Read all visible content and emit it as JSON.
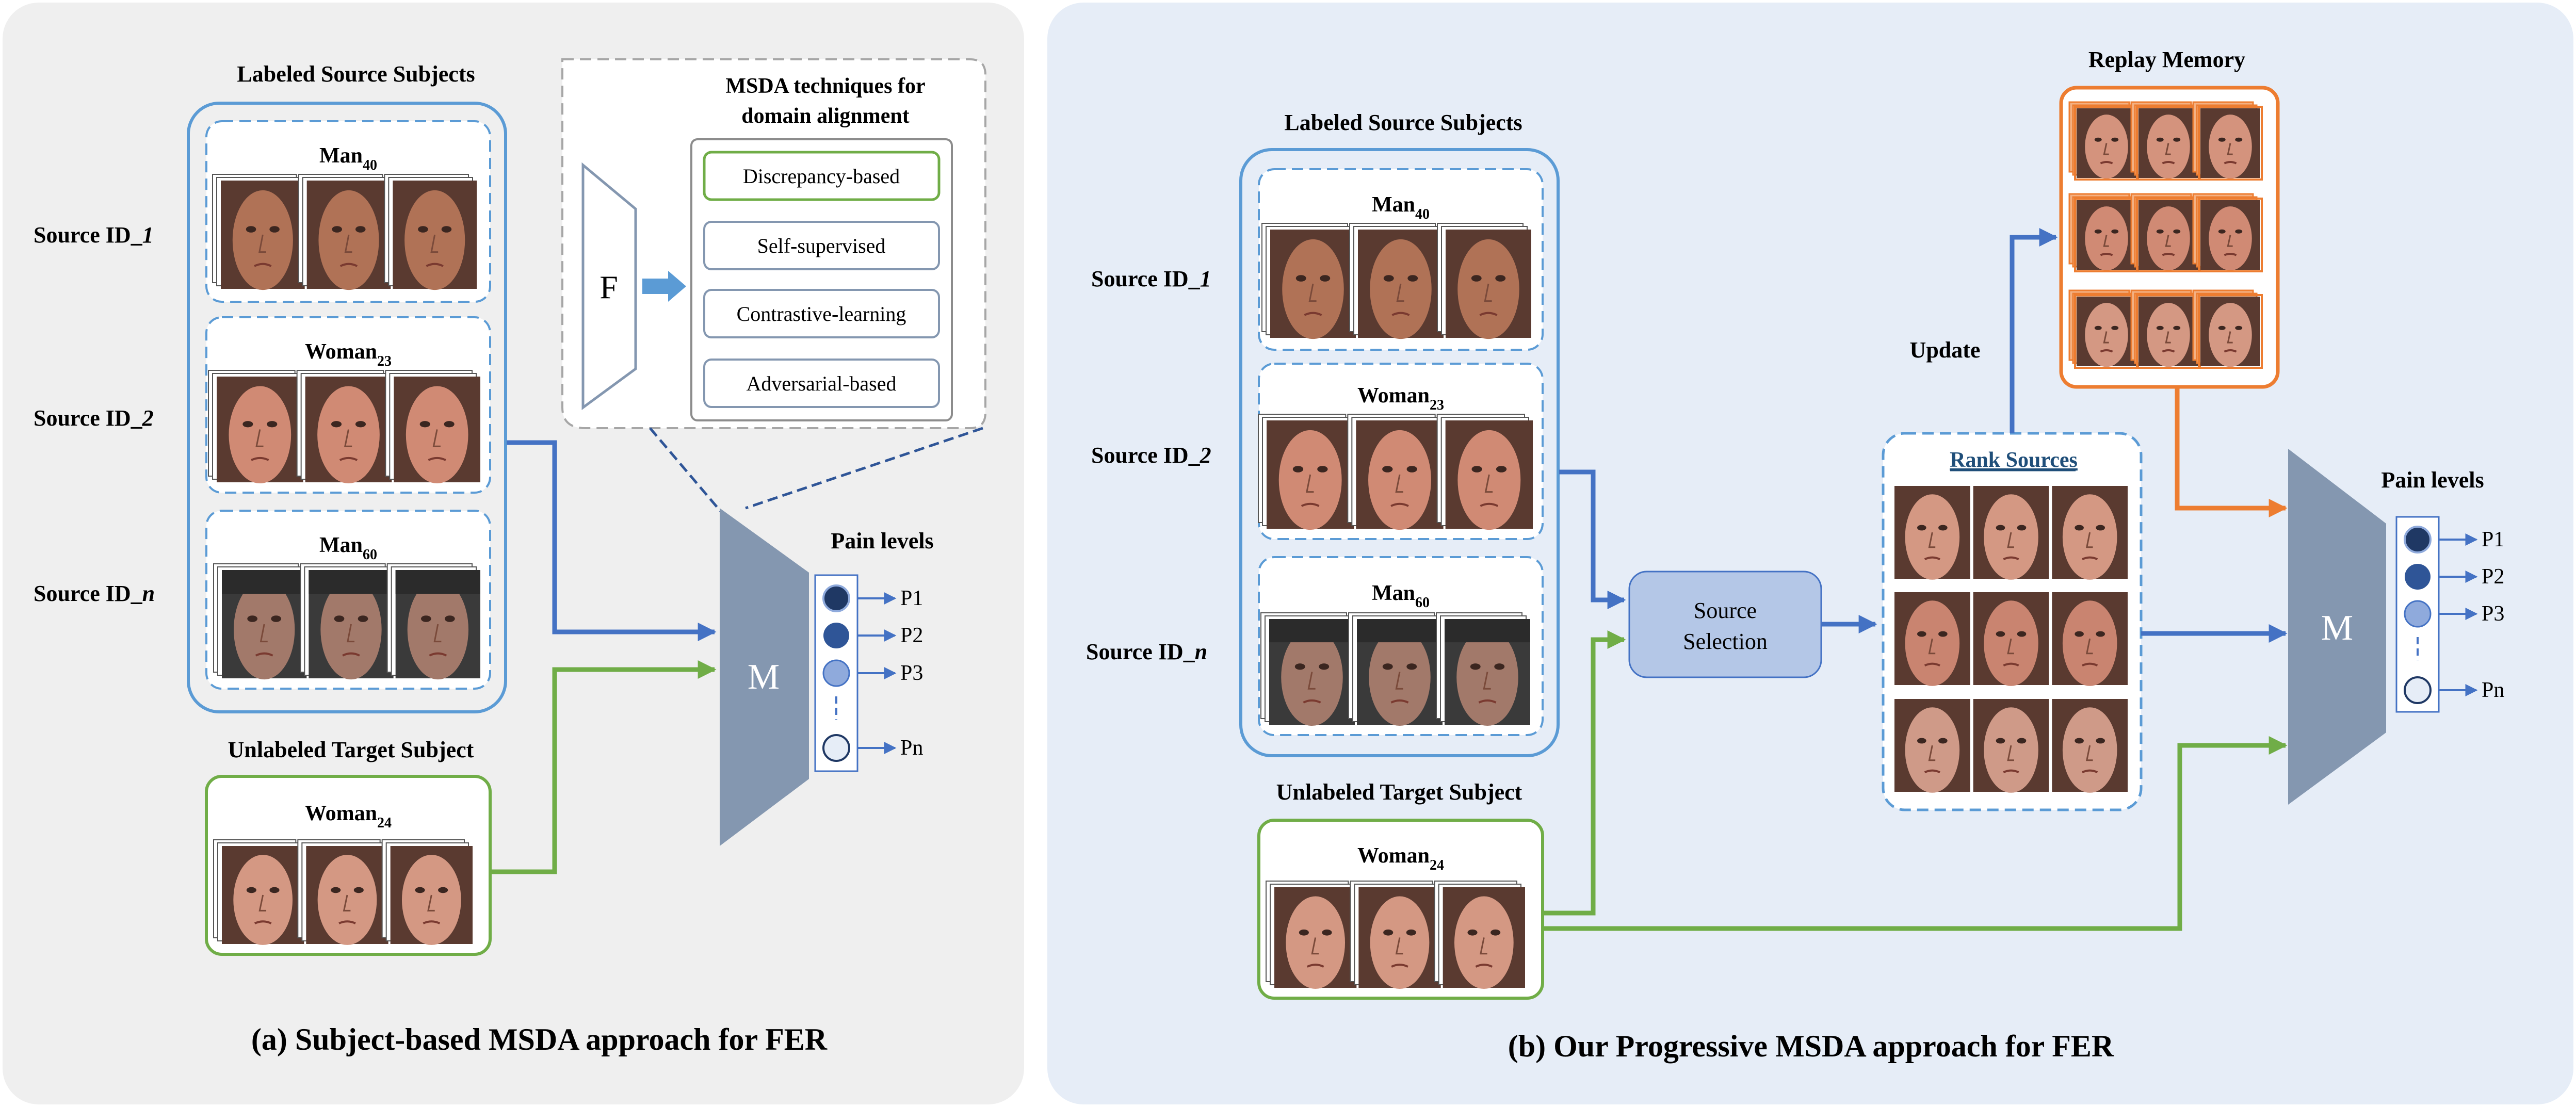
{
  "panel_a": {
    "source_heading": "Labeled Source Subjects",
    "subjects": [
      {
        "base": "Man",
        "sub": "40"
      },
      {
        "base": "Woman",
        "sub": "23"
      },
      {
        "base": "Man",
        "sub": "60"
      }
    ],
    "source_ids": [
      {
        "prefix": "Source ID_",
        "suffix": "1"
      },
      {
        "prefix": "Source ID_",
        "suffix": "2"
      },
      {
        "prefix": "Source ID_",
        "suffix": "n"
      }
    ],
    "target_heading": "Unlabeled Target Subject",
    "target": {
      "base": "Woman",
      "sub": "24"
    },
    "msda_title_line1": "MSDA techniques for",
    "msda_title_line2": "domain alignment",
    "techniques": [
      "Discrepancy-based",
      "Self-supervised",
      "Contrastive-learning",
      "Adversarial-based"
    ],
    "feature_label": "F",
    "model_label": "M",
    "pain_heading": "Pain levels",
    "pain_levels": [
      "P1",
      "P2",
      "P3",
      "Pn"
    ],
    "caption": "(a) Subject-based MSDA approach for FER"
  },
  "panel_b": {
    "source_heading": "Labeled Source Subjects",
    "subjects": [
      {
        "base": "Man",
        "sub": "40"
      },
      {
        "base": "Woman",
        "sub": "23"
      },
      {
        "base": "Man",
        "sub": "60"
      }
    ],
    "source_ids": [
      {
        "prefix": "Source ID_",
        "suffix": "1"
      },
      {
        "prefix": "Source ID_",
        "suffix": "2"
      },
      {
        "prefix": "Source ID_",
        "suffix": "n"
      }
    ],
    "target_heading": "Unlabeled Target Subject",
    "target": {
      "base": "Woman",
      "sub": "24"
    },
    "selection_line1": "Source",
    "selection_line2": "Selection",
    "rank_label": "Rank Sources",
    "update_label": "Update",
    "replay_label": "Replay Memory",
    "model_label": "M",
    "pain_heading": "Pain levels",
    "pain_levels": [
      "P1",
      "P2",
      "P3",
      "Pn"
    ],
    "caption": "(b) Our Progressive MSDA approach for FER"
  },
  "colors": {
    "panel_a_bg": "#efefef",
    "panel_b_bg": "#e6edf7",
    "source_box": "#5b9bd5",
    "target_box": "#70ad47",
    "arrow_blue": "#4472c4",
    "arrow_green": "#70ad47",
    "arrow_orange": "#ed7d31",
    "model_fill": "#8497b0",
    "selection_fill": "#b4c7e7",
    "dark_circle": "#1f3864",
    "mid_circle": "#2f5597",
    "light_circle": "#8faadc"
  }
}
